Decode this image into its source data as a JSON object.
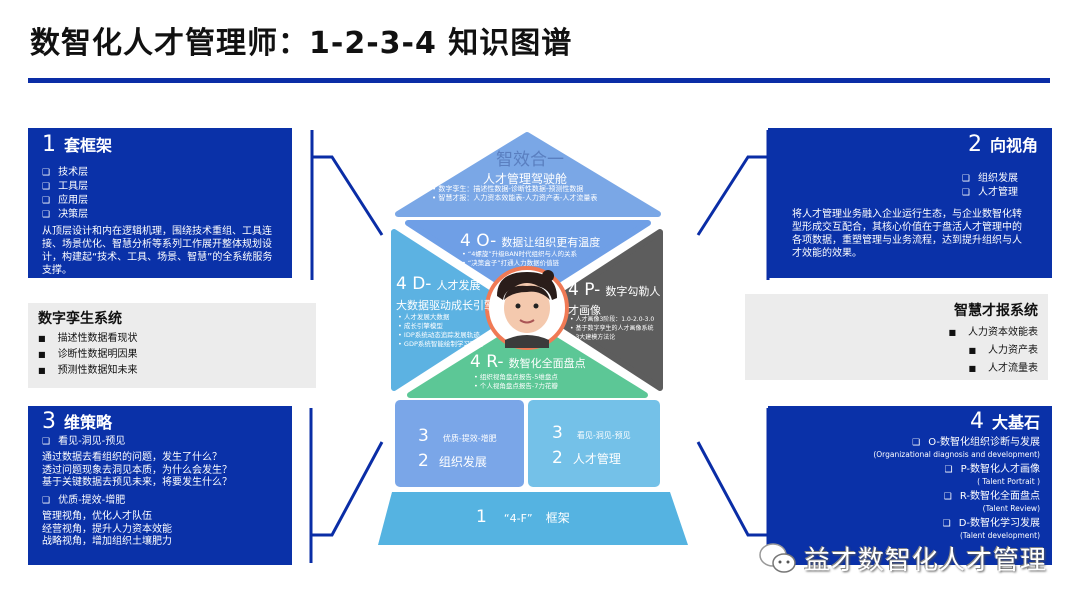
{
  "title": "数智化人才管理师：1-2-3-4 知识图谱",
  "box1": {
    "num": "1",
    "title": "套框架",
    "items": [
      "技术层",
      "工具层",
      "应用层",
      "决策层"
    ],
    "desc": "从顶层设计和内在逻辑机理，围绕技术重组、工具连接、场景优化、智慧分析等系列工作展开整体规划设计，构建起“技术、工具、场景、智慧”的全系统服务支撑。"
  },
  "box2": {
    "num": "2",
    "title": "向视角",
    "items": [
      "组织发展",
      "人才管理"
    ],
    "desc": "将人才管理业务融入企业运行生态，与企业数智化转型形成交互配合，其核心价值在于盘活人才管理中的各项数据，重塑管理与业务流程，达到提升组织与人才效能的效果。"
  },
  "twin": {
    "title": "数字孪生系统",
    "items": [
      "描述性数据看现状",
      "诊断性数据明因果",
      "预测性数据知未来"
    ]
  },
  "report": {
    "title": "智慧才报系统",
    "items": [
      "人力资本效能表",
      "人力资产表",
      "人才流量表"
    ]
  },
  "box3": {
    "num": "3",
    "title": "维策略",
    "groups": [
      {
        "label": "看见-洞见-预见",
        "lines": [
          "通过数据去看组织的问题，发生了什么？",
          "透过问题现象去洞见本质，为什么会发生？",
          "基于关键数据去预见未来，将要发生什么？"
        ]
      },
      {
        "label": "优质-提效-增肥",
        "lines": [
          "管理视角，优化人才队伍",
          "经营视角，提升人力资本效能",
          "战略视角，增加组织土壤肥力"
        ]
      }
    ]
  },
  "box4": {
    "num": "4",
    "title": "大基石",
    "items": [
      {
        "cn": "O-数智化组织诊断与发展",
        "en": "(Organizational diagnosis and development)"
      },
      {
        "cn": "P-数智化人才画像",
        "en": "( Talent Portrait )"
      },
      {
        "cn": "R-数智化全面盘点",
        "en": "(Talent Review)"
      },
      {
        "cn": "D-数智化学习发展",
        "en": "(Talent development)"
      }
    ]
  },
  "house": {
    "roof": {
      "title": "智效合一",
      "subtitle": "人才管理驾驶舱",
      "bullets": [
        "数字孪生：描述性数据-诊断性数据-预测性数据",
        "智慧才报：人力资本效能表-人力资产表-人才流量表"
      ]
    },
    "o": {
      "head": "4 O-",
      "title": "数据让组织更有温度",
      "bullets": [
        "“4螺旋”升级BAN时代组织与人的关系",
        "“决策盒子”打通人力数据价值链"
      ]
    },
    "d": {
      "head": "4 D-",
      "title": "人才发展",
      "title2": "大数据驱动成长引擎",
      "bullets": [
        "人才发展大数据",
        "成长引擎模型",
        "IDP系统动态追踪发展轨迹",
        "GDP系统智能绘制学习路程"
      ]
    },
    "p": {
      "head": "4 P-",
      "title": "数字勾勒人",
      "title2": "才画像",
      "bullets": [
        "人才画像3阶段：1.0-2.0-3.0",
        "基于数字孪生的人才画像系统",
        "3大建模方法论"
      ]
    },
    "r": {
      "head": "4 R-",
      "title": "数智化全面盘点",
      "bullets": [
        "组织视角盘点报告-5维盘点",
        "个人视角盘点报告-7力花瓣"
      ]
    },
    "left_block": {
      "n1": "3",
      "sub": "优质-提效-增肥",
      "n2": "2",
      "title": "组织发展"
    },
    "right_block": {
      "n1": "3",
      "sub": "看见-洞见-预见",
      "n2": "2",
      "title": "人才管理"
    },
    "base": {
      "n": "1",
      "label": "“4-F”",
      "title": "框架"
    },
    "colors": {
      "roof": "#7aa7e6",
      "o": "#6f9fe6",
      "d": "#5cb2e2",
      "p": "#5d5d5d",
      "r": "#5cc796",
      "left_block": "#7aa6e8",
      "right_block": "#74c1e8",
      "base": "#55b3e1",
      "avatar_ring": "#f07a55"
    }
  },
  "watermark": "益才数智化人才管理",
  "accent": "#0a31a8"
}
